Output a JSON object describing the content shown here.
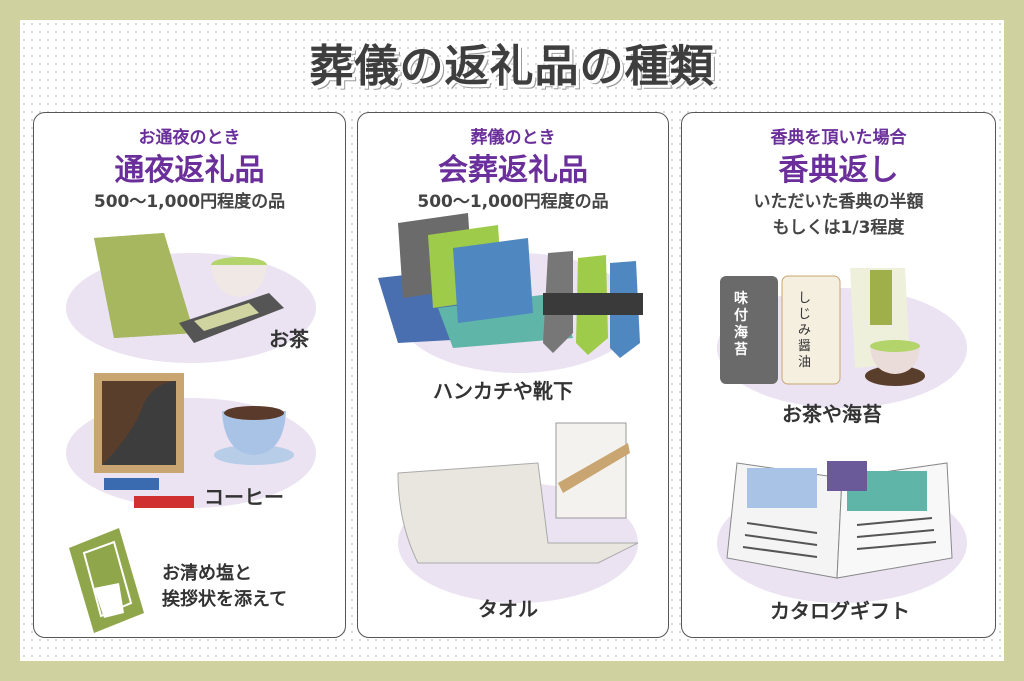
{
  "title": "葬儀の返礼品の種類",
  "panels": [
    {
      "occasion": "お通夜のとき",
      "name": "通夜返礼品",
      "price": "500～1,000円程度の品",
      "items": [
        "お茶",
        "コーヒー",
        "お清め塩と",
        "挨拶状を添えて"
      ]
    },
    {
      "occasion": "葬儀のとき",
      "name": "会葬返礼品",
      "price": "500～1,000円程度の品",
      "items": [
        "ハンカチや靴下",
        "タオル"
      ]
    },
    {
      "occasion": "香典を頂いた場合",
      "name": "香典返し",
      "price_line1": "いただいた香典の半額",
      "price_line2": "もしくは1/3程度",
      "items": [
        "お茶や海苔",
        "カタログギフト"
      ],
      "can_labels": [
        "味付海苔",
        "しじみ醤油"
      ]
    }
  ],
  "colors": {
    "accent": "#6a2f9a",
    "frame": "#cfd29f",
    "ellipse": "#ebe2f2"
  }
}
